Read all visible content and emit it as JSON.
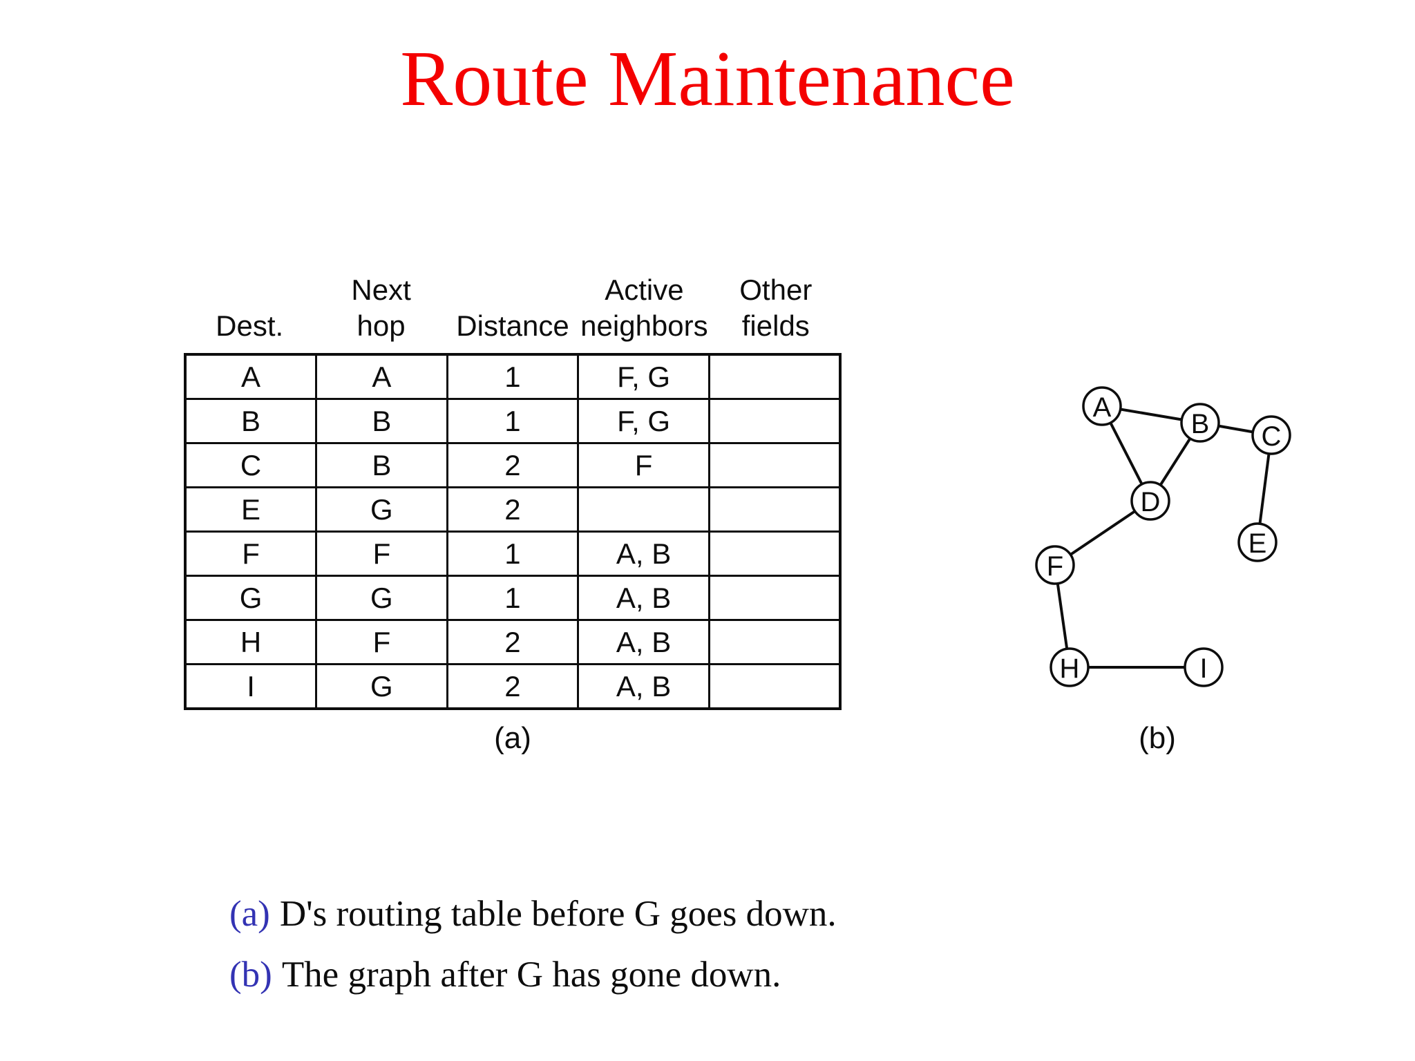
{
  "title": "Route Maintenance",
  "colors": {
    "title_red": "#f40000",
    "caption_blue": "#3333b3"
  },
  "routing_table": {
    "headers": [
      {
        "line1": "",
        "line2": "Dest."
      },
      {
        "line1": "Next",
        "line2": "hop"
      },
      {
        "line1": "",
        "line2": "Distance"
      },
      {
        "line1": "Active",
        "line2": "neighbors"
      },
      {
        "line1": "Other",
        "line2": "fields"
      }
    ],
    "rows": [
      {
        "dest": "A",
        "next_hop": "A",
        "distance": "1",
        "active_neighbors": "F, G",
        "other_fields": ""
      },
      {
        "dest": "B",
        "next_hop": "B",
        "distance": "1",
        "active_neighbors": "F, G",
        "other_fields": ""
      },
      {
        "dest": "C",
        "next_hop": "B",
        "distance": "2",
        "active_neighbors": "F",
        "other_fields": ""
      },
      {
        "dest": "E",
        "next_hop": "G",
        "distance": "2",
        "active_neighbors": "",
        "other_fields": ""
      },
      {
        "dest": "F",
        "next_hop": "F",
        "distance": "1",
        "active_neighbors": "A, B",
        "other_fields": ""
      },
      {
        "dest": "G",
        "next_hop": "G",
        "distance": "1",
        "active_neighbors": "A, B",
        "other_fields": ""
      },
      {
        "dest": "H",
        "next_hop": "F",
        "distance": "2",
        "active_neighbors": "A, B",
        "other_fields": ""
      },
      {
        "dest": "I",
        "next_hop": "G",
        "distance": "2",
        "active_neighbors": "A, B",
        "other_fields": ""
      }
    ],
    "panel_label": "(a)"
  },
  "graph": {
    "panel_label": "(b)",
    "nodes": [
      {
        "label": "A"
      },
      {
        "label": "B"
      },
      {
        "label": "C"
      },
      {
        "label": "D"
      },
      {
        "label": "E"
      },
      {
        "label": "F"
      },
      {
        "label": "H"
      },
      {
        "label": "I"
      }
    ],
    "edges": [
      [
        "A",
        "B"
      ],
      [
        "A",
        "D"
      ],
      [
        "B",
        "D"
      ],
      [
        "B",
        "C"
      ],
      [
        "C",
        "E"
      ],
      [
        "D",
        "F"
      ],
      [
        "F",
        "H"
      ],
      [
        "H",
        "I"
      ]
    ]
  },
  "captions": [
    {
      "tag": "(a)",
      "text": "D's routing table before G goes down."
    },
    {
      "tag": "(b)",
      "text": "The graph after G has gone down."
    }
  ]
}
